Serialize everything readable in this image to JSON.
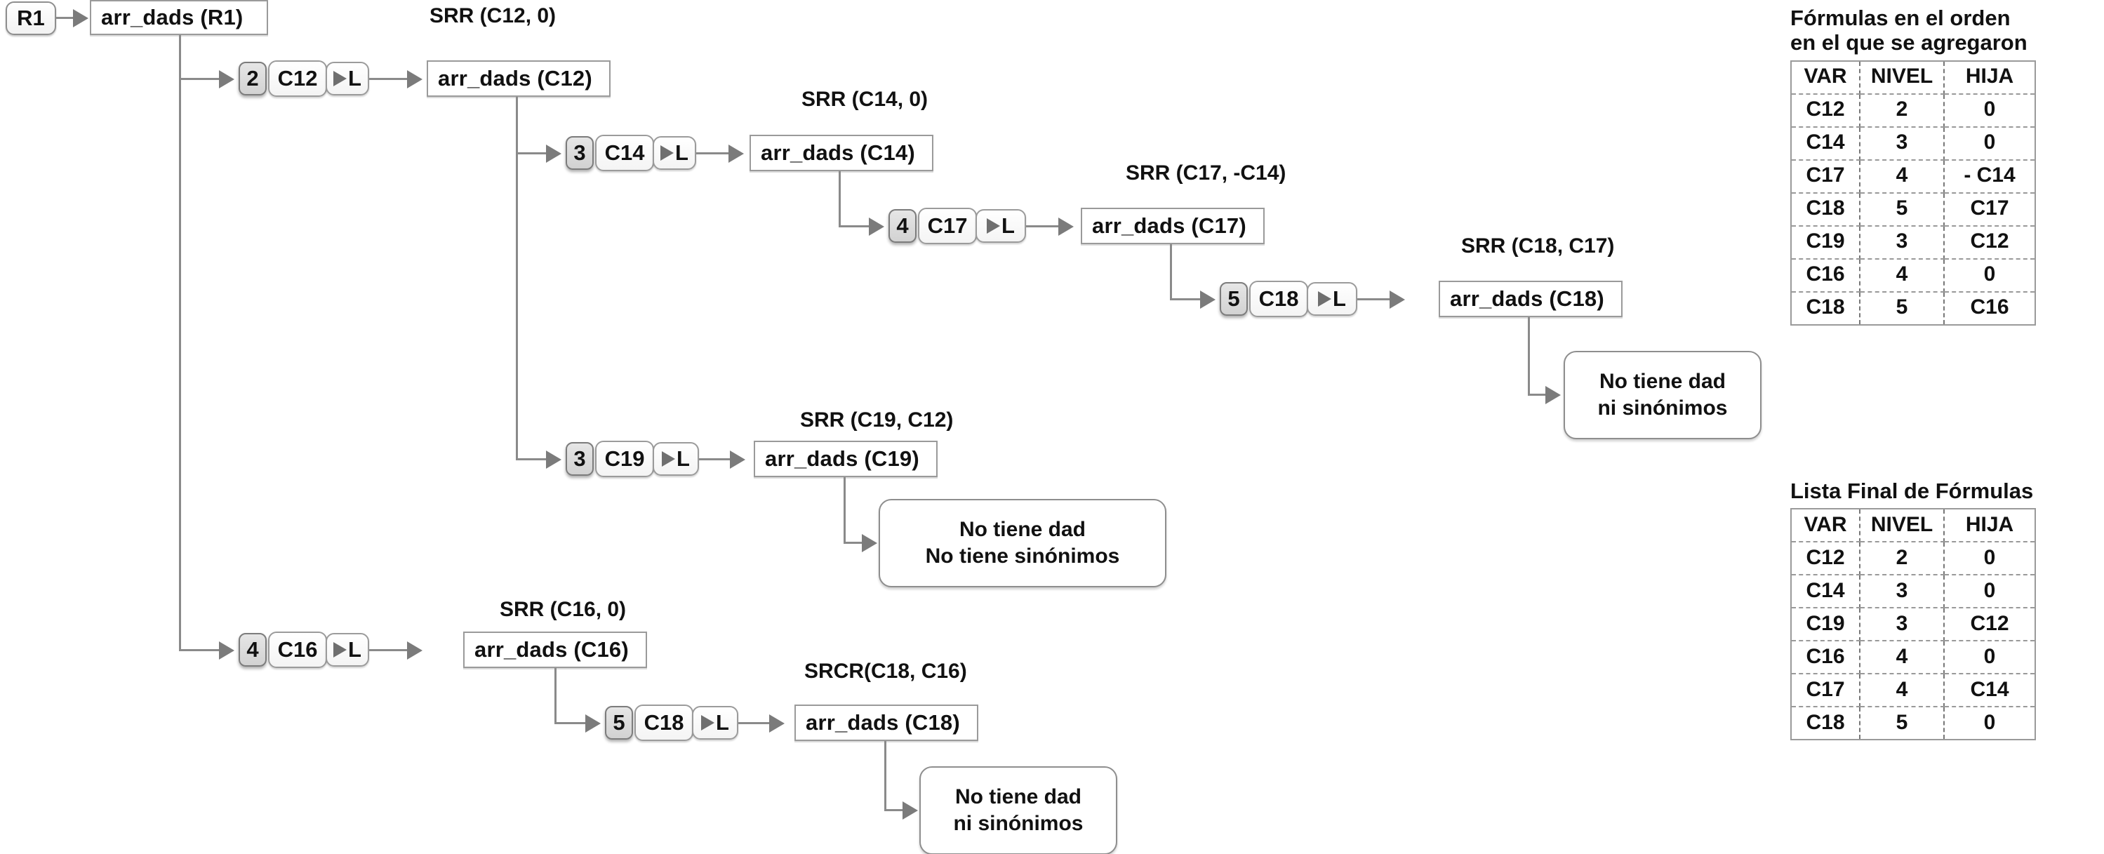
{
  "diagram": {
    "root_pill": "R1",
    "nodes": {
      "root_box": "arr_dads (R1)",
      "c12_box": "arr_dads (C12)",
      "c14_box": "arr_dads (C14)",
      "c17_box": "arr_dads (C17)",
      "c18a_box": "arr_dads (C18)",
      "c19_box": "arr_dads (C19)",
      "c16_box": "arr_dads (C16)",
      "c18b_box": "arr_dads (C18)"
    },
    "captions": {
      "c12": "SRR (C12, 0)",
      "c14": "SRR (C14, 0)",
      "c17": "SRR (C17, -C14)",
      "c18a": "SRR (C18, C17)",
      "c19": "SRR (C19, C12)",
      "c16": "SRR (C16, 0)",
      "c18b": "SRCR(C18, C16)"
    },
    "chips": {
      "c12": {
        "level": "2",
        "var": "C12",
        "tail": "L"
      },
      "c14": {
        "level": "3",
        "var": "C14",
        "tail": "L"
      },
      "c17": {
        "level": "4",
        "var": "C17",
        "tail": "L"
      },
      "c18a": {
        "level": "5",
        "var": "C18",
        "tail": "L"
      },
      "c19": {
        "level": "3",
        "var": "C19",
        "tail": "L"
      },
      "c16": {
        "level": "4",
        "var": "C16",
        "tail": "L"
      },
      "c18b": {
        "level": "5",
        "var": "C18",
        "tail": "L"
      }
    },
    "notes": {
      "c18a_note_l1": "No tiene dad",
      "c18a_note_l2": "ni sinónimos",
      "c19_note_l1": "No tiene dad",
      "c19_note_l2": "No tiene sinónimos",
      "c18b_note_l1": "No tiene dad",
      "c18b_note_l2": "ni sinónimos"
    }
  },
  "tables": {
    "added_order": {
      "title_line1": "Fórmulas en  el orden",
      "title_line2": "en el que se agregaron",
      "headers": [
        "VAR",
        "NIVEL",
        "HIJA"
      ],
      "rows": [
        [
          "C12",
          "2",
          "0"
        ],
        [
          "C14",
          "3",
          "0"
        ],
        [
          "C17",
          "4",
          "- C14"
        ],
        [
          "C18",
          "5",
          "C17"
        ],
        [
          "C19",
          "3",
          "C12"
        ],
        [
          "C16",
          "4",
          "0"
        ],
        [
          "C18",
          "5",
          "C16"
        ]
      ]
    },
    "final_list": {
      "title_line1": "Lista Final de Fórmulas",
      "headers": [
        "VAR",
        "NIVEL",
        "HIJA"
      ],
      "rows": [
        [
          "C12",
          "2",
          "0"
        ],
        [
          "C14",
          "3",
          "0"
        ],
        [
          "C19",
          "3",
          "C12"
        ],
        [
          "C16",
          "4",
          "0"
        ],
        [
          "C17",
          "4",
          "C14"
        ],
        [
          "C18",
          "5",
          "0"
        ]
      ]
    }
  }
}
